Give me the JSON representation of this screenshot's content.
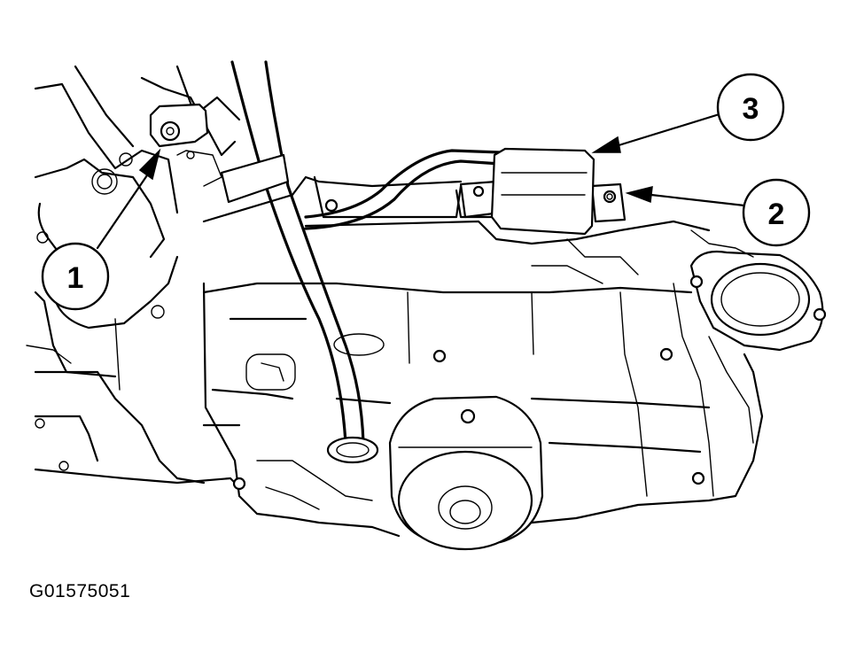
{
  "figure": {
    "id_label": "G01575051"
  },
  "callouts": [
    {
      "number": "1"
    },
    {
      "number": "2"
    },
    {
      "number": "3"
    }
  ]
}
